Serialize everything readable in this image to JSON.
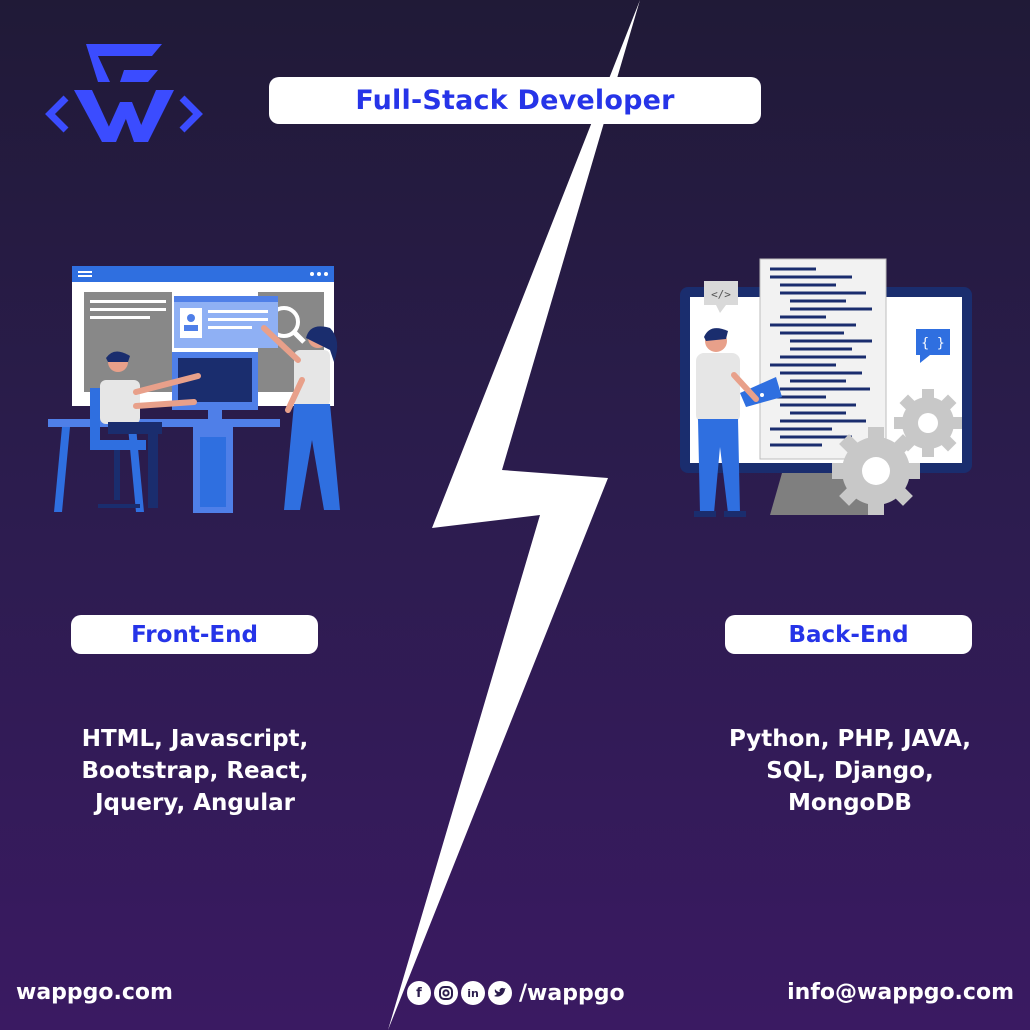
{
  "header": {
    "title": "Full-Stack Developer"
  },
  "frontend": {
    "label": "Front-End",
    "skills": [
      "HTML, Javascript,",
      "Bootstrap, React,",
      "Jquery, Angular"
    ]
  },
  "backend": {
    "label": "Back-End",
    "skills": [
      "Python, PHP, JAVA,",
      "SQL, Django,",
      "MongoDB"
    ]
  },
  "footer": {
    "website": "wappgo.com",
    "social_handle": "/wappgo",
    "email": "info@wappgo.com",
    "social_icons": [
      "facebook-icon",
      "instagram-icon",
      "linkedin-icon",
      "twitter-icon"
    ]
  },
  "illustration_text": {
    "code_tag": "</>",
    "braces": "{ }"
  },
  "colors": {
    "accent": "#2634e8",
    "logo": "#3b4cff",
    "background_top": "#201a37",
    "background_bottom": "#3a1a62",
    "bolt": "#ffffff"
  }
}
